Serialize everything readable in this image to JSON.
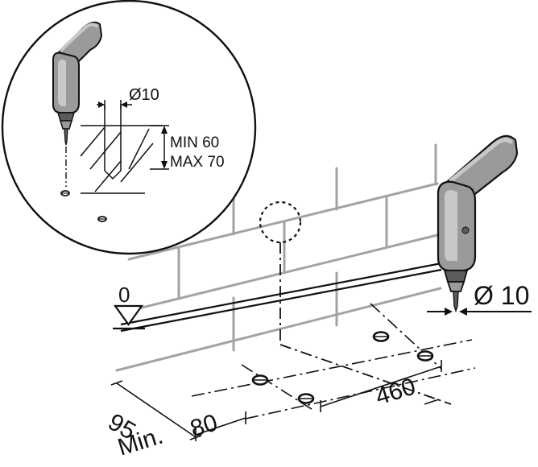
{
  "labels": {
    "detail_diameter": "Ø10",
    "depth_min": "MIN 60",
    "depth_max": "MAX 70",
    "drill_diameter": "Ø 10",
    "floor_level": "0",
    "hole_spacing": "460",
    "row_offset": "80",
    "floor_distance": "95",
    "floor_distance_qualifier": "Min."
  },
  "colors": {
    "wall_line": "#a3a3a3",
    "drill_body": "#9a9a9a",
    "drill_dark": "#5c5c5c",
    "drill_light": "#c8c8c8",
    "ink": "#111111"
  }
}
